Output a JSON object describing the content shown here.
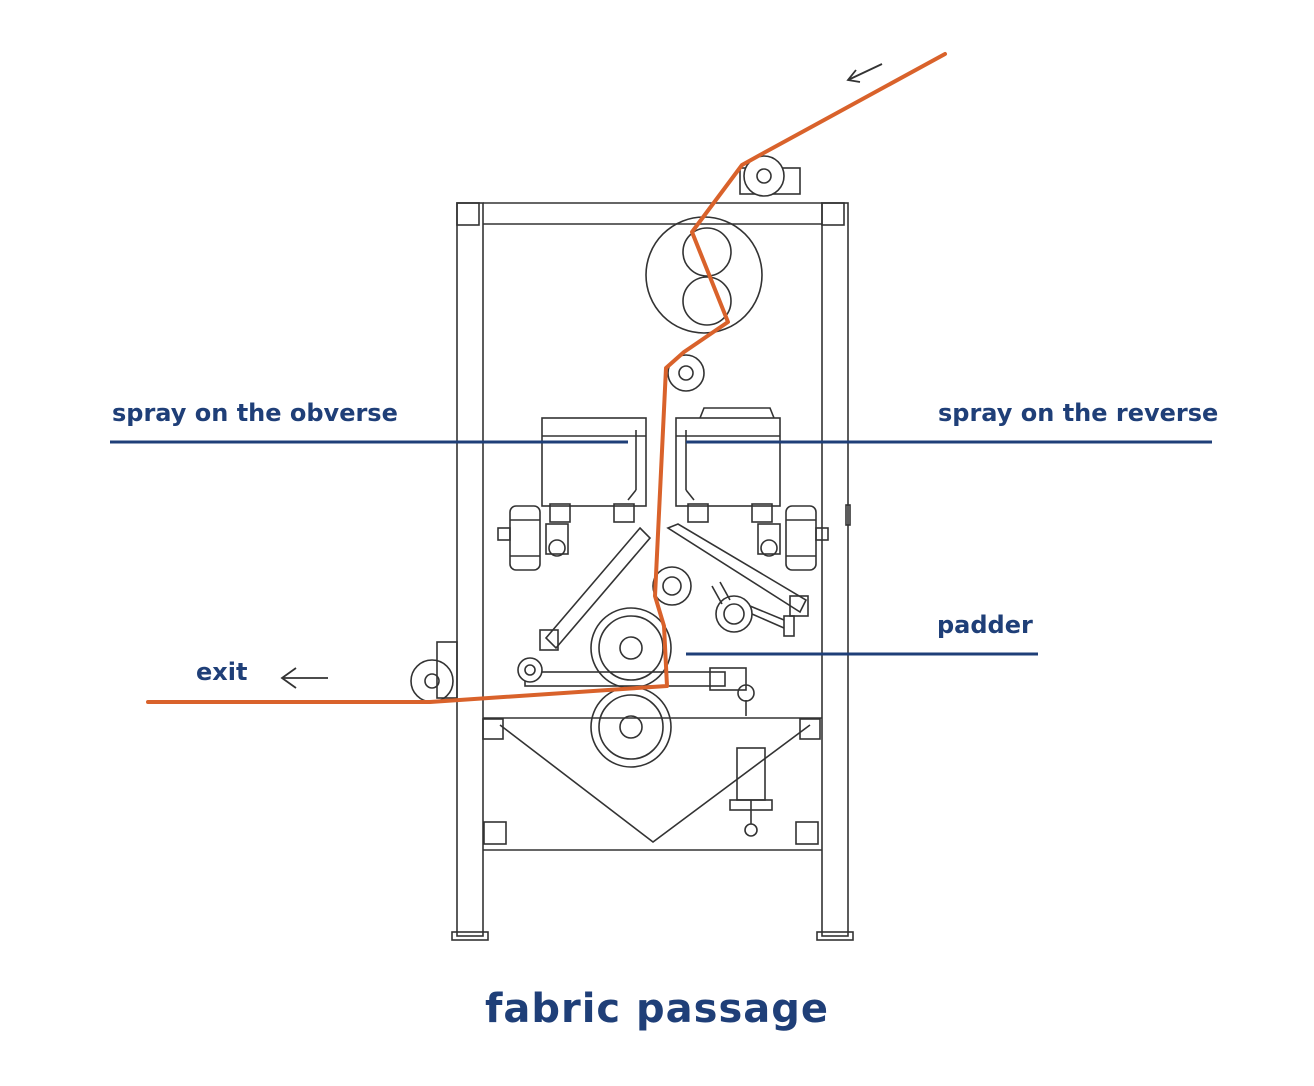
{
  "labels": {
    "spray_obverse": "spray on the obverse",
    "spray_reverse": "spray on the reverse",
    "padder": "padder",
    "exit": "exit"
  },
  "caption": "fabric passage",
  "colors": {
    "fabric_path": "#d9622b",
    "label_text": "#1f3f78",
    "leader_line": "#1f3f78",
    "machine_line": "#333333"
  },
  "icons": {
    "entry_arrow": "arrow-left-icon",
    "exit_arrow": "arrow-left-icon"
  }
}
